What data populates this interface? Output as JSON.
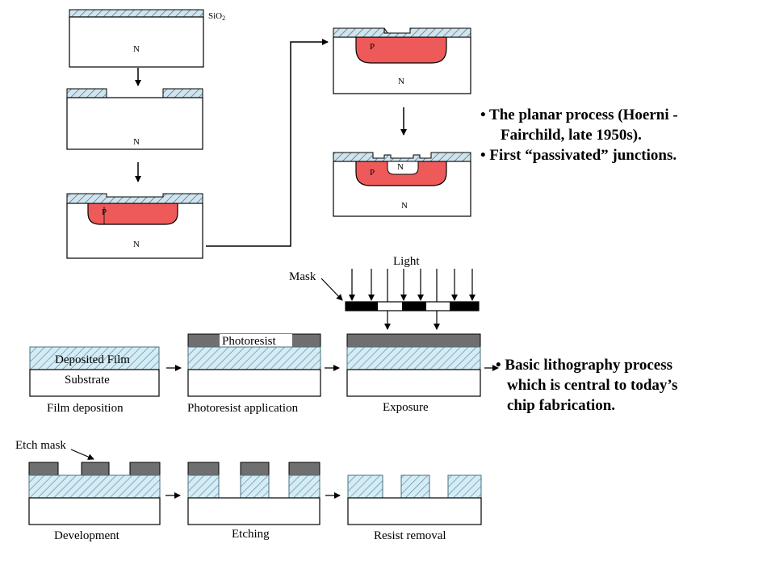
{
  "planar": {
    "labels": {
      "oxide": "SiO",
      "oxide_sub": "2",
      "n": "N",
      "p": "P"
    },
    "text_lines": [
      "• The planar process (Hoerni -",
      "Fairchild, late 1950s).",
      "• First “passivated” junctions."
    ]
  },
  "litho": {
    "light": "Light",
    "mask": "Mask",
    "etch_mask": "Etch mask",
    "film": "Deposited Film",
    "substrate": "Substrate",
    "photoresist": "Photoresist",
    "captions": [
      "Film deposition",
      "Photoresist application",
      "Exposure",
      "Development",
      "Etching",
      "Resist removal"
    ],
    "text_lines": [
      "• Basic lithography process",
      "which is central to today’s",
      "chip fabrication."
    ]
  },
  "colors": {
    "p_region": "#ee5a5a",
    "oxide": "#cfe4ee",
    "hatch": "#4f6a78",
    "resist": "#6f6f6f",
    "film": "#cfe9f4"
  }
}
